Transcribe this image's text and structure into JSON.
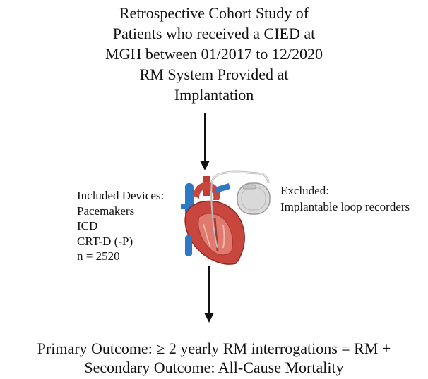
{
  "study_box": {
    "lines": [
      "Retrospective Cohort Study of",
      "Patients who received a CIED at",
      "MGH between 01/2017 to 12/2020",
      "RM System Provided at",
      "Implantation"
    ]
  },
  "included": {
    "heading": "Included Devices:",
    "items": [
      "Pacemakers",
      "ICD",
      "CRT-D (-P)"
    ],
    "count": "n = 2520"
  },
  "excluded": {
    "heading": "Excluded:",
    "item": "Implantable loop recorders"
  },
  "outcomes": {
    "primary": "Primary Outcome: ≥ 2 yearly RM interrogations = RM +",
    "secondary": "Secondary Outcome: All-Cause Mortality"
  },
  "icons": [
    "heart-icon",
    "implanted-device-icon",
    "arrow-down-icon"
  ],
  "colors": {
    "text": "#111111",
    "heart": "#c8463e",
    "vessel_blue": "#2f79c4",
    "device": "#d9d9d9"
  }
}
